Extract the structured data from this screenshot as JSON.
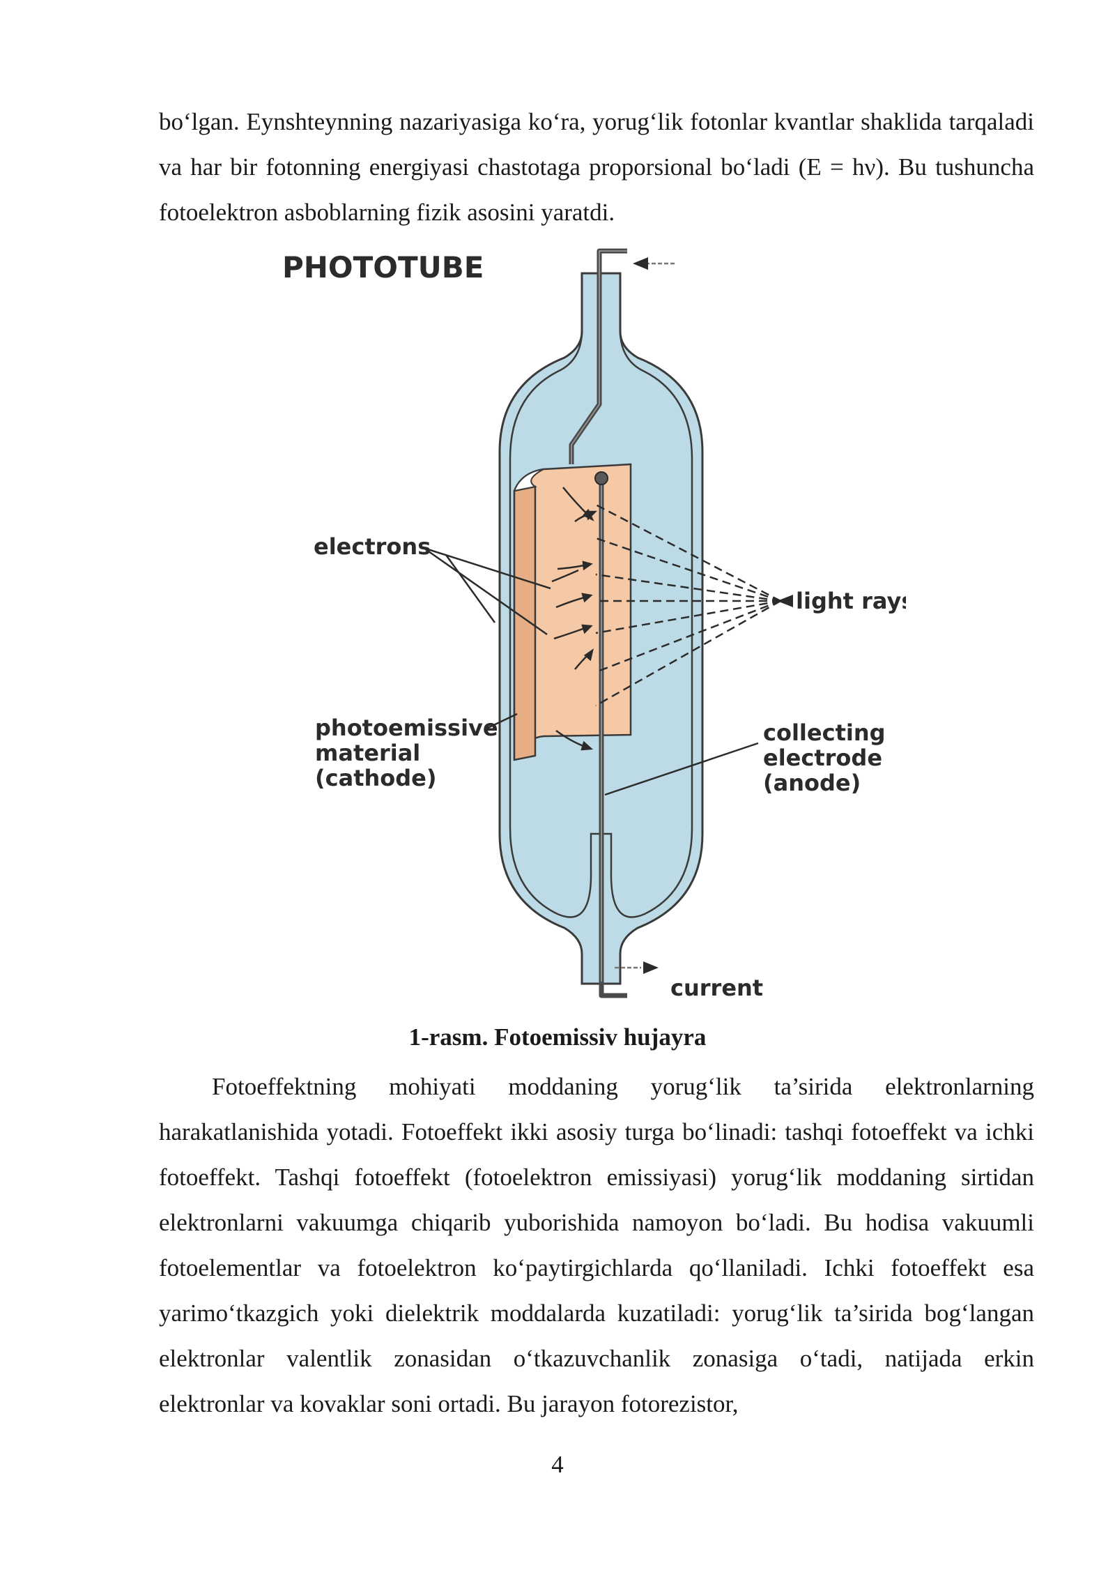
{
  "document": {
    "paragraph_1": "bo‘lgan. Eynshteynning nazariyasiga ko‘ra, yorug‘lik fotonlar  kvantlar shaklida tarqaladi va har bir fotonning energiyasi chastotaga proporsional bo‘ladi (E = hν). Bu tushuncha fotoelektron asboblarning fizik asosini yaratdi.",
    "figure": {
      "title": "PHOTOTUBE",
      "label_electrons": "electrons",
      "label_light_rays": "light rays",
      "label_cathode_lines": [
        "photoemissive",
        "material",
        "(cathode)"
      ],
      "label_anode_lines": [
        "collecting",
        "electrode",
        "(anode)"
      ],
      "label_current": "current",
      "colors": {
        "glass": "#bcdbe6",
        "glass_outline": "#3a3a3a",
        "cathode": "#f6c9a6",
        "cathode_dark": "#e7ad84",
        "wire": "#4a4a4a"
      }
    },
    "caption": "1-rasm. Fotoemissiv hujayra",
    "paragraph_2": "Fotoeffektning mohiyati moddaning yorug‘lik ta’sirida elektronlarning harakatlanishida yotadi. Fotoeffekt ikki asosiy turga bo‘linadi: tashqi fotoeffekt va ichki fotoeffekt. Tashqi fotoeffekt (fotoelektron emissiyasi) yorug‘lik moddaning sirtidan elektronlarni vakuumga chiqarib yuborishida namoyon bo‘ladi. Bu hodisa vakuumli fotoelementlar va fotoelektron ko‘paytirgichlarda qo‘llaniladi. Ichki fotoeffekt esa yarimo‘tkazgich yoki dielektrik moddalarda kuzatiladi: yorug‘lik ta’sirida bog‘langan elektronlar valentlik zonasidan o‘tkazuvchanlik zonasiga o‘tadi, natijada erkin elektronlar va kovaklar soni ortadi. Bu jarayon fotorezistor,",
    "page_number": "4"
  }
}
